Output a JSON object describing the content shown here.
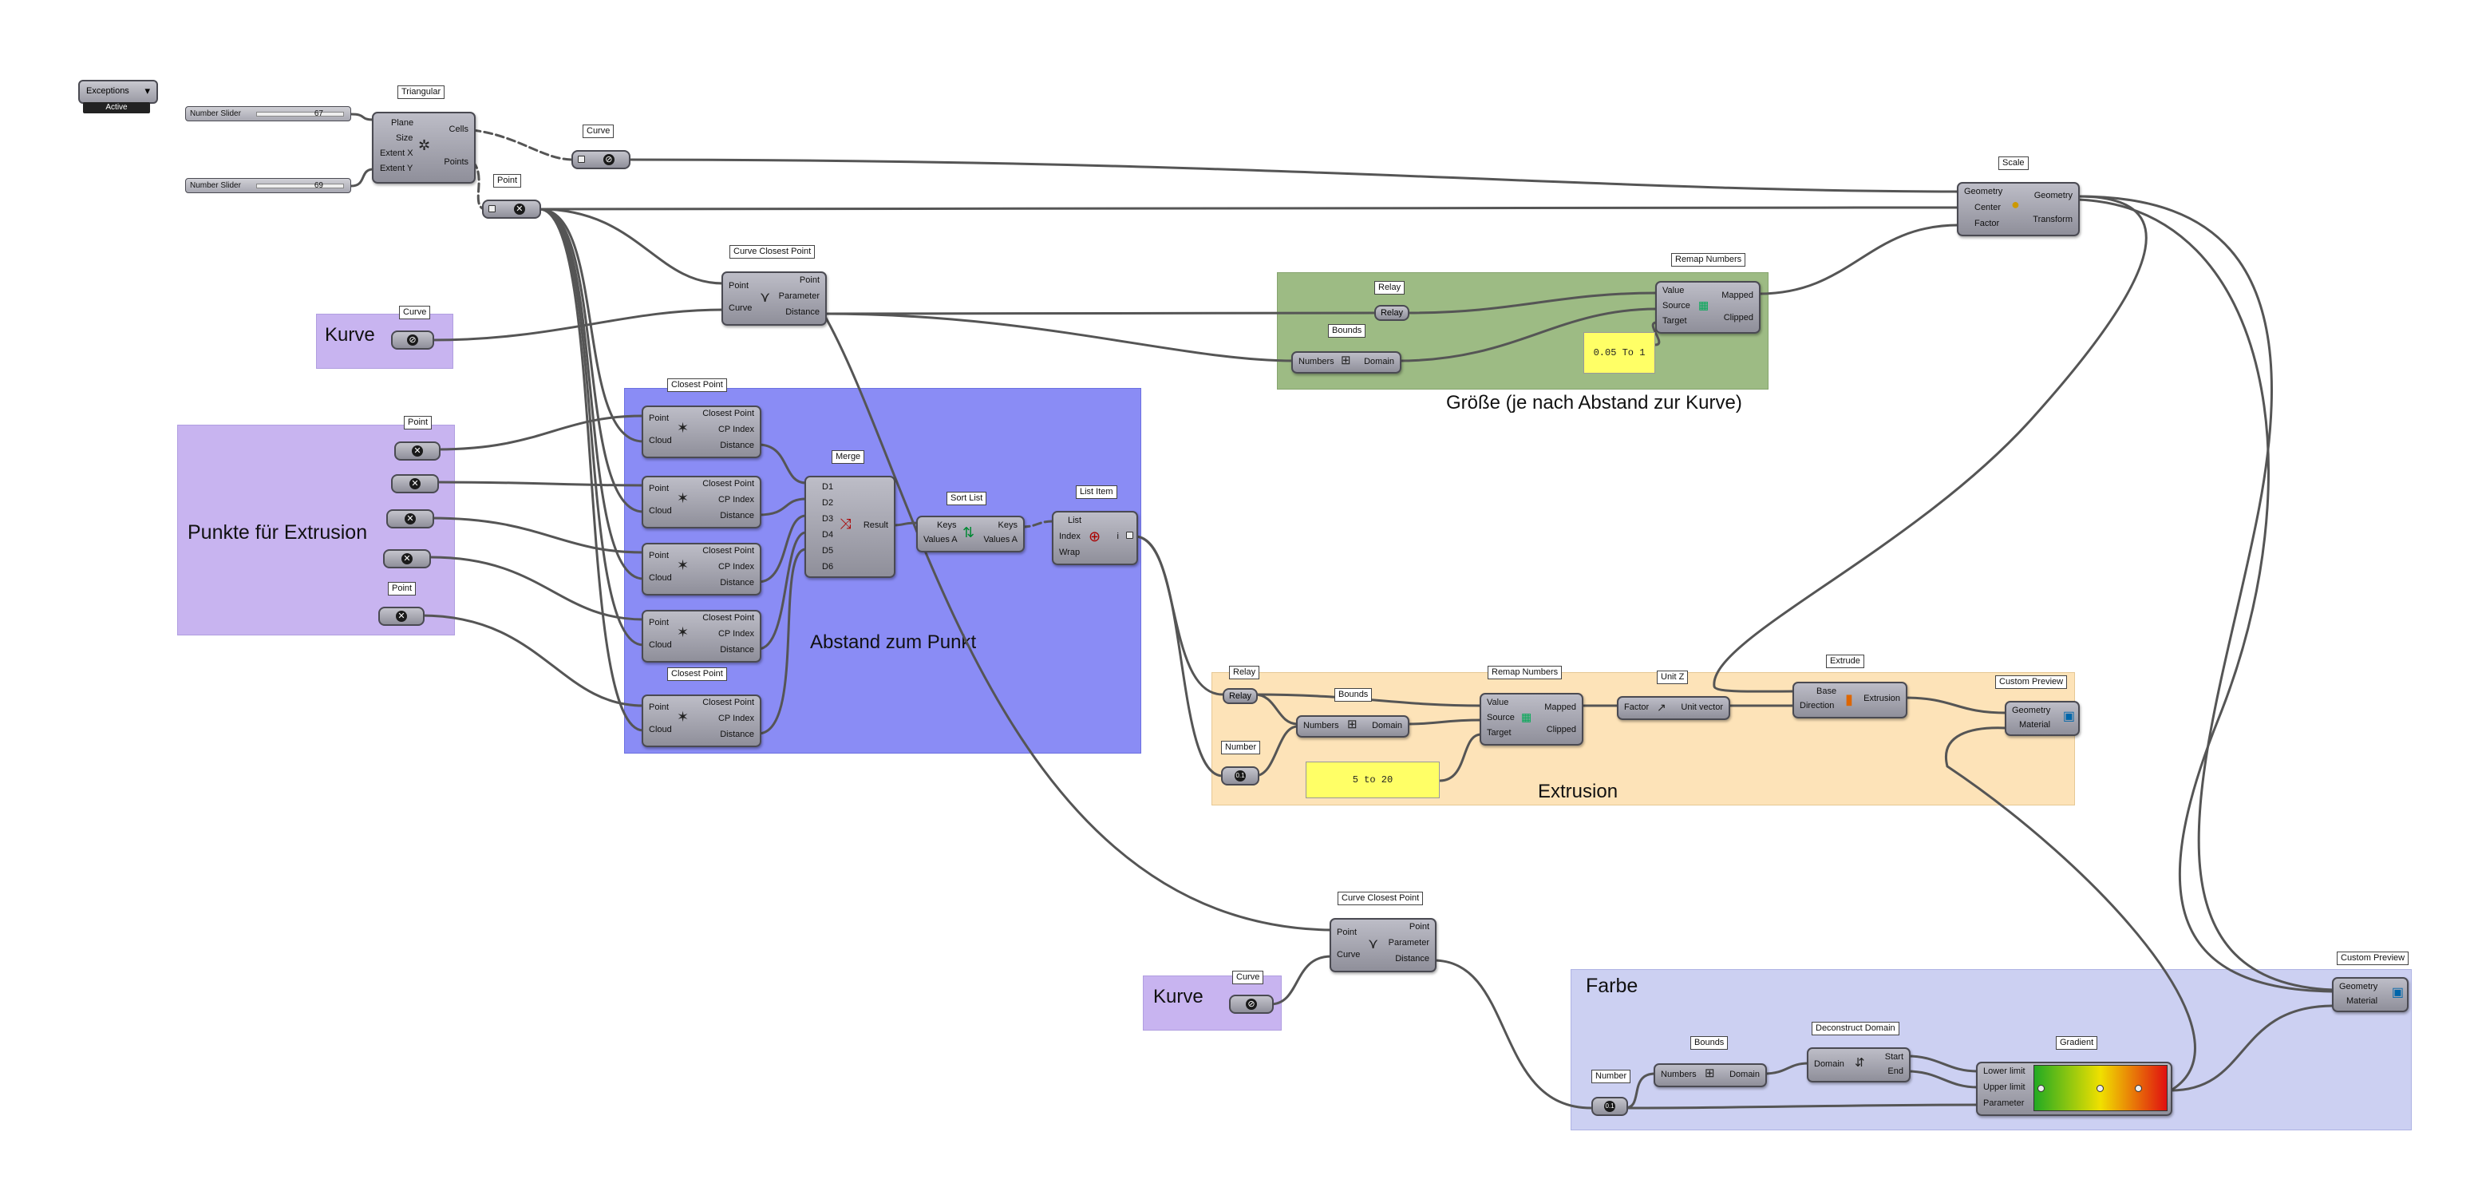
{
  "status": {
    "exceptions_label": "Exceptions",
    "active_label": "Active"
  },
  "sliders": [
    {
      "name": "Number Slider",
      "value": "67"
    },
    {
      "name": "Number Slider",
      "value": "69"
    }
  ],
  "groups": {
    "kurve_top": "Kurve",
    "punkte": "Punkte für Extrusion",
    "abstand": "Abstand zum Punkt",
    "groesse": "Größe (je nach Abstand zur Kurve)",
    "extrusion": "Extrusion",
    "kurve_bottom": "Kurve",
    "farbe": "Farbe"
  },
  "tags": {
    "triangular": "Triangular",
    "curve_top": "Curve",
    "point_main": "Point",
    "ccp_top": "Curve Closest Point",
    "curve_kurve": "Curve",
    "relay_top": "Relay",
    "bounds_top": "Bounds",
    "remap_top": "Remap Numbers",
    "scale": "Scale",
    "point_a": "Point",
    "point_e": "Point",
    "closest_1": "Closest Point",
    "closest_5": "Closest Point",
    "merge": "Merge",
    "sort": "Sort List",
    "listitem": "List Item",
    "relay_ext": "Relay",
    "bounds_ext": "Bounds",
    "remap_ext": "Remap Numbers",
    "unitz": "Unit Z",
    "extrude": "Extrude",
    "custom_preview_1": "Custom Preview",
    "number_ext": "Number",
    "ccp_bottom": "Curve Closest Point",
    "curve_bottom": "Curve",
    "custom_preview_2": "Custom Preview",
    "bounds_farbe": "Bounds",
    "deconstruct": "Deconstruct Domain",
    "gradient": "Gradient",
    "number_farbe": "Number"
  },
  "components": {
    "triangular": {
      "inputs": [
        "Plane",
        "Size",
        "Extent X",
        "Extent Y"
      ],
      "outputs": [
        "Cells",
        "Points"
      ]
    },
    "ccp_top": {
      "inputs": [
        "Point",
        "Curve"
      ],
      "outputs": [
        "Point",
        "Parameter",
        "Distance"
      ]
    },
    "remap_top": {
      "inputs": [
        "Value",
        "Source",
        "Target"
      ],
      "outputs": [
        "Mapped",
        "Clipped"
      ]
    },
    "bounds_top": {
      "inputs": [
        "Numbers"
      ],
      "outputs": [
        "Domain"
      ]
    },
    "relay_top": {
      "label": "Relay"
    },
    "scale": {
      "inputs": [
        "Geometry",
        "Center",
        "Factor"
      ],
      "outputs": [
        "Geometry",
        "Transform"
      ]
    },
    "closest": {
      "inputs": [
        "Point",
        "Cloud"
      ],
      "outputs": [
        "Closest Point",
        "CP Index",
        "Distance"
      ]
    },
    "merge": {
      "inputs": [
        "D1",
        "D2",
        "D3",
        "D4",
        "D5",
        "D6"
      ],
      "outputs": [
        "Result"
      ]
    },
    "sort": {
      "inputs": [
        "Keys",
        "Values A"
      ],
      "outputs": [
        "Keys",
        "Values A"
      ]
    },
    "listitem": {
      "inputs": [
        "List",
        "Index",
        "Wrap"
      ],
      "outputs": [
        "i"
      ]
    },
    "relay_ext": {
      "label": "Relay"
    },
    "bounds_ext": {
      "inputs": [
        "Numbers"
      ],
      "outputs": [
        "Domain"
      ]
    },
    "remap_ext": {
      "inputs": [
        "Value",
        "Source",
        "Target"
      ],
      "outputs": [
        "Mapped",
        "Clipped"
      ]
    },
    "unitz": {
      "inputs": [
        "Factor"
      ],
      "outputs": [
        "Unit vector"
      ]
    },
    "extrude": {
      "inputs": [
        "Base",
        "Direction"
      ],
      "outputs": [
        "Extrusion"
      ]
    },
    "custom_preview": {
      "inputs": [
        "Geometry",
        "Material"
      ]
    },
    "ccp_bottom": {
      "inputs": [
        "Point",
        "Curve"
      ],
      "outputs": [
        "Point",
        "Parameter",
        "Distance"
      ]
    },
    "bounds_farbe": {
      "inputs": [
        "Numbers"
      ],
      "outputs": [
        "Domain"
      ]
    },
    "deconstruct": {
      "inputs": [
        "Domain"
      ],
      "outputs": [
        "Start",
        "End"
      ]
    },
    "gradient": {
      "inputs": [
        "Lower limit",
        "Upper limit",
        "Parameter"
      ]
    }
  },
  "panels": {
    "remap_top_target": "0.05 To 1",
    "remap_ext_target": "5 to 20"
  },
  "colors": {
    "wire": "#555555",
    "group_kurve": "#c8b4f0",
    "group_punkte": "#c8b4f0",
    "group_abstand": "#8a8cf5",
    "group_groesse": "#9dbb84",
    "group_extrusion": "#fde3b8",
    "group_farbe": "#ccd0f2",
    "panel": "#ffff66",
    "gradient_start": "#22aa22",
    "gradient_mid": "#f0e000",
    "gradient_end": "#e01010"
  }
}
